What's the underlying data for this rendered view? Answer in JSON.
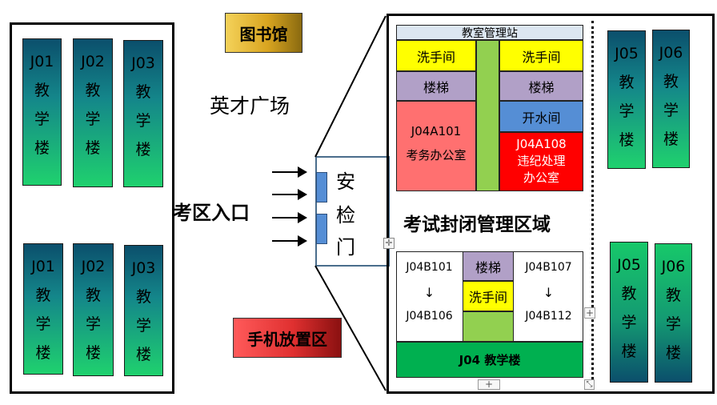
{
  "library": "图书馆",
  "square": "英才广场",
  "entrance": "考区入口",
  "security_gate": [
    "安",
    "检",
    "门"
  ],
  "phone_area": "手机放置区",
  "left_buildings_top": [
    {
      "code": "J01",
      "chars": [
        "教",
        "学",
        "楼"
      ]
    },
    {
      "code": "J02",
      "chars": [
        "教",
        "学",
        "楼"
      ]
    },
    {
      "code": "J03",
      "chars": [
        "教",
        "学",
        "楼"
      ]
    }
  ],
  "left_buildings_bottom": [
    {
      "code": "J01",
      "chars": [
        "教",
        "学",
        "楼"
      ]
    },
    {
      "code": "J02",
      "chars": [
        "教",
        "学",
        "楼"
      ]
    },
    {
      "code": "J03",
      "chars": [
        "教",
        "学",
        "楼"
      ]
    }
  ],
  "right_buildings_top": [
    {
      "code": "J05",
      "chars": [
        "教",
        "学",
        "楼"
      ]
    },
    {
      "code": "J06",
      "chars": [
        "教",
        "学",
        "楼"
      ]
    }
  ],
  "right_buildings_bottom": [
    {
      "code": "J05",
      "chars": [
        "教",
        "学",
        "楼"
      ]
    },
    {
      "code": "J06",
      "chars": [
        "教",
        "学",
        "楼"
      ]
    }
  ],
  "upper_block": {
    "header": "教室管理站",
    "left_washroom": "洗手间",
    "right_washroom": "洗手间",
    "left_stairs": "楼梯",
    "right_stairs": "楼梯",
    "water_room": "开水间",
    "exam_office_code": "J04A101",
    "exam_office_name": "考务办公室",
    "discipline_office_code": "J04A108",
    "discipline_office_name_1": "违纪处理",
    "discipline_office_name_2": "办公室"
  },
  "closed_zone": "考试封闭管理区域",
  "lower_block": {
    "left_top": "J04B101",
    "left_arrow": "↓",
    "left_bottom": "J04B106",
    "stairs": "楼梯",
    "washroom": "洗手间",
    "right_top": "J04B107",
    "right_arrow": "↓",
    "right_bottom": "J04B112",
    "building": "J04 教学楼"
  },
  "colors": {
    "yellow": "#ffff00",
    "lavender": "#b1a0c7",
    "salmon": "#ff7070",
    "green_corridor": "#92d050",
    "blue": "#558ed5",
    "red": "#ff0000",
    "dark_green": "#00b050",
    "library_gold": "#d9a520",
    "phone_red": "#e03030"
  }
}
